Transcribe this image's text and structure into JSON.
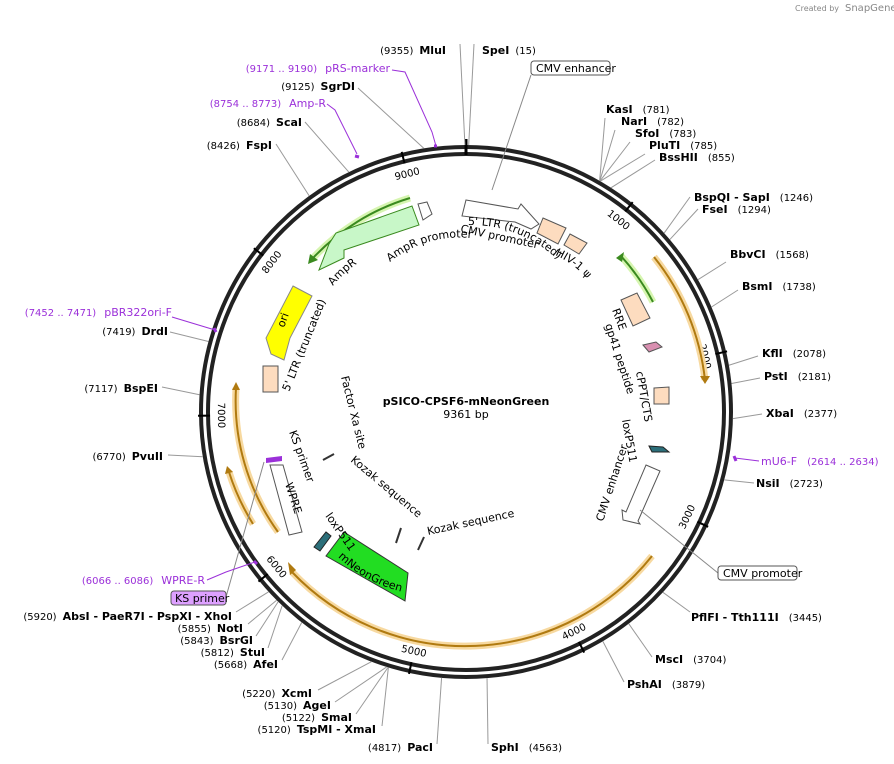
{
  "credit": {
    "prefix": "Created by",
    "brand": "SnapGene"
  },
  "plasmid": {
    "name": "pSICO-CPSF6-mNeonGreen",
    "length_label": "9361 bp",
    "length": 9361
  },
  "ticks": [
    {
      "pos": 1000,
      "label": "1000"
    },
    {
      "pos": 2000,
      "label": "2000"
    },
    {
      "pos": 3000,
      "label": "3000"
    },
    {
      "pos": 4000,
      "label": "4000"
    },
    {
      "pos": 5000,
      "label": "5000"
    },
    {
      "pos": 6000,
      "label": "6000"
    },
    {
      "pos": 7000,
      "label": "7000"
    },
    {
      "pos": 8000,
      "label": "8000"
    },
    {
      "pos": 9000,
      "label": "9000"
    }
  ],
  "sites": [
    {
      "name": "MluI",
      "pos": "(9355)",
      "site": 9355
    },
    {
      "name": "SpeI",
      "pos": "(15)",
      "site": 15
    },
    {
      "name": "KasI",
      "pos": "(781)",
      "site": 781
    },
    {
      "name": "NarI",
      "pos": "(782)",
      "site": 782
    },
    {
      "name": "SfoI",
      "pos": "(783)",
      "site": 783
    },
    {
      "name": "PluTI",
      "pos": "(785)",
      "site": 785
    },
    {
      "name": "BssHII",
      "pos": "(855)",
      "site": 855
    },
    {
      "name": "BspQI  -  SapI",
      "pos": "(1246)",
      "site": 1246
    },
    {
      "name": "FseI",
      "pos": "(1294)",
      "site": 1294
    },
    {
      "name": "BbvCI",
      "pos": "(1568)",
      "site": 1568
    },
    {
      "name": "BsmI",
      "pos": "(1738)",
      "site": 1738
    },
    {
      "name": "KflI",
      "pos": "(2078)",
      "site": 2078
    },
    {
      "name": "PstI",
      "pos": "(2181)",
      "site": 2181
    },
    {
      "name": "XbaI",
      "pos": "(2377)",
      "site": 2377
    },
    {
      "name": "NsiI",
      "pos": "(2723)",
      "site": 2723
    },
    {
      "name": "PflFI  -  Tth111I",
      "pos": "(3445)",
      "site": 3445
    },
    {
      "name": "MscI",
      "pos": "(3704)",
      "site": 3704
    },
    {
      "name": "PshAI",
      "pos": "(3879)",
      "site": 3879
    },
    {
      "name": "SphI",
      "pos": "(4563)",
      "site": 4563
    },
    {
      "name": "PacI",
      "pos": "(4817)",
      "site": 4817
    },
    {
      "name": "TspMI  -  XmaI",
      "pos": "(5120)",
      "site": 5120
    },
    {
      "name": "SmaI",
      "pos": "(5122)",
      "site": 5122
    },
    {
      "name": "AgeI",
      "pos": "(5130)",
      "site": 5130
    },
    {
      "name": "XcmI",
      "pos": "(5220)",
      "site": 5220
    },
    {
      "name": "AfeI",
      "pos": "(5668)",
      "site": 5668
    },
    {
      "name": "StuI",
      "pos": "(5812)",
      "site": 5812
    },
    {
      "name": "BsrGI",
      "pos": "(5843)",
      "site": 5843
    },
    {
      "name": "NotI",
      "pos": "(5855)",
      "site": 5855
    },
    {
      "name": "AbsI  -  PaeR7I  -  PspXI  -  XhoI",
      "pos": "(5920)",
      "site": 5920
    },
    {
      "name": "PvuII",
      "pos": "(6770)",
      "site": 6770
    },
    {
      "name": "BspEI",
      "pos": "(7117)",
      "site": 7117
    },
    {
      "name": "DrdI",
      "pos": "(7419)",
      "site": 7419
    },
    {
      "name": "FspI",
      "pos": "(8426)",
      "site": 8426
    },
    {
      "name": "ScaI",
      "pos": "(8684)",
      "site": 8684
    },
    {
      "name": "SgrDI",
      "pos": "(9125)",
      "site": 9125
    }
  ],
  "primers": [
    {
      "name": "pRS-marker",
      "range": "(9171 .. 9190)"
    },
    {
      "name": "Amp-R",
      "range": "(8754 .. 8773)"
    },
    {
      "name": "pBR322ori-F",
      "range": "(7452 .. 7471)"
    },
    {
      "name": "mU6-F",
      "range": "(2614 .. 2634)"
    },
    {
      "name": "WPRE-R",
      "range": "(6066 .. 6086)"
    }
  ],
  "callouts": {
    "cmv_enhancer": "CMV enhancer",
    "cmv_promoter": "CMV promoter",
    "ks_primer": "KS primer"
  },
  "feature_labels": {
    "cmv_promoter": "CMV promoter",
    "ltr5": "5' LTR (truncated)",
    "hiv_psi": "HIV-1 ψ",
    "rre": "RRE",
    "gp41": "gp41 peptide",
    "cppt": "cPPT/CTS",
    "loxp_right": "loxP511",
    "cmv_enhancer": "CMV enhancer",
    "ampr_promoter": "AmpR promoter",
    "ampr": "AmpR",
    "ori": "ori",
    "ltr5_left": "5' LTR (truncated)",
    "ks_primer": "KS primer",
    "wpre": "WPRE",
    "factor_xa": "Factor Xa site",
    "kozak1": "Kozak sequence",
    "kozak2": "Kozak sequence",
    "loxp_left": "loxP511",
    "mneongreen": "mNeonGreen"
  },
  "colors": {
    "backbone": "#222222",
    "promoter_fill": "#ffffff",
    "ltr_fill": "#fddcbf",
    "ampr_fill": "#c8f7c8",
    "ampr_arrow": "#3a8a1f",
    "ori_fill": "#ffff00",
    "mneongreen_fill": "#22dd22",
    "orf_arrow": "#b07a10",
    "orf_glow": "#f7d9a0",
    "primer": "#9b30d9",
    "gp41": "#d88fb0",
    "loxp": "#2c6f7a",
    "ks_fill": "#dda0ff"
  }
}
